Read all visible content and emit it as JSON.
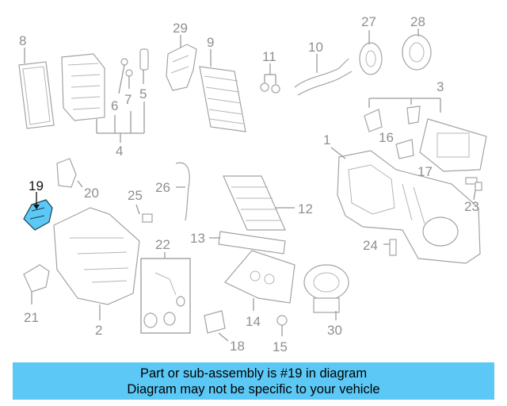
{
  "part_numbers": {
    "n1": "1",
    "n2": "2",
    "n3": "3",
    "n4": "4",
    "n5": "5",
    "n6": "6",
    "n7": "7",
    "n8": "8",
    "n9": "9",
    "n10": "10",
    "n11": "11",
    "n12": "12",
    "n13": "13",
    "n14": "14",
    "n15": "15",
    "n16": "16",
    "n17": "17",
    "n18": "18",
    "n19": "19",
    "n20": "20",
    "n21": "21",
    "n22": "22",
    "n23": "23",
    "n24": "24",
    "n25": "25",
    "n26": "26",
    "n27": "27",
    "n28": "28",
    "n29": "29",
    "n30": "30"
  },
  "highlight": {
    "part": "19",
    "color": "#5bc8f5"
  },
  "caption": {
    "line1": "Part or sub-assembly is #19 in diagram",
    "line2": "Diagram may not be specific to your vehicle",
    "background": "#5bc8f5"
  }
}
